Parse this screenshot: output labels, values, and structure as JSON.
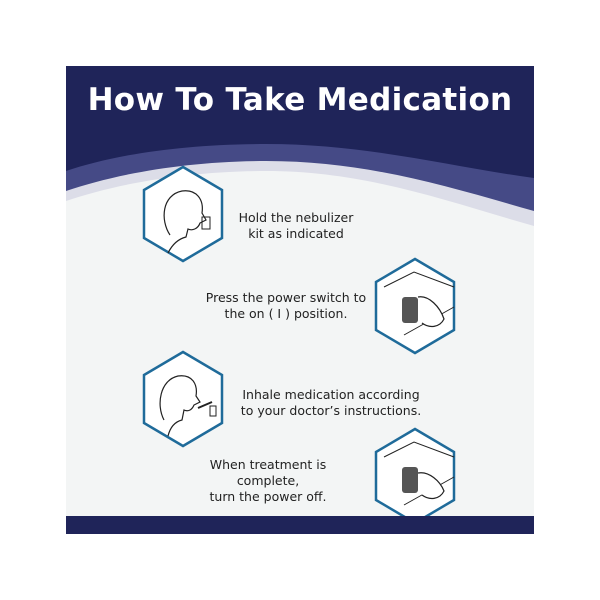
{
  "title": "How To Take Medication",
  "steps": [
    {
      "line1": "Hold the nebulizer",
      "line2": "kit as indicated",
      "illustration": "person-holding-nebulizer-icon"
    },
    {
      "line1": "Press the power switch to",
      "line2": "the on ( I ) position.",
      "illustration": "finger-pressing-switch-icon"
    },
    {
      "line1": "Inhale medication according",
      "line2": "to your doctor’s instructions.",
      "illustration": "person-inhaling-icon"
    },
    {
      "line1": "When treatment is complete,",
      "line2": "turn the power off.",
      "illustration": "finger-pressing-switch-icon"
    }
  ],
  "colors": {
    "navy": "#1f2459",
    "band": "#454a86",
    "hex_stroke": "#1f6b9a",
    "background": "#f3f5f5"
  }
}
